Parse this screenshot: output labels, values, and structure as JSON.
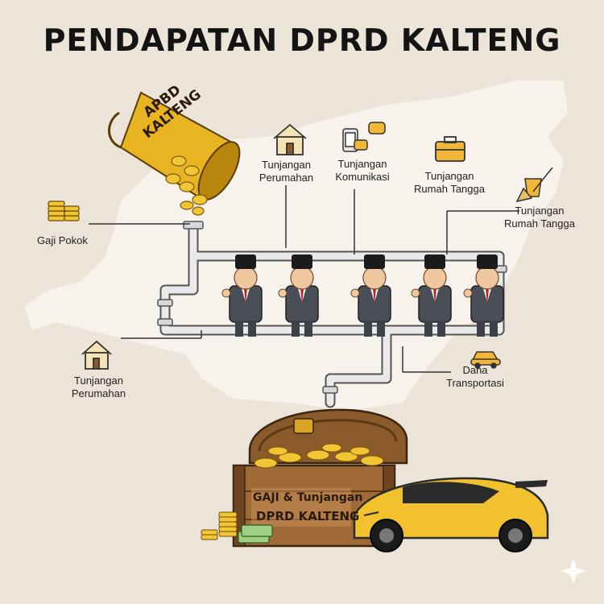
{
  "title": "PENDAPATAN DPRD KALTENG",
  "bucket": {
    "line1": "APBD",
    "line2": "KALTENG"
  },
  "labels": {
    "gaji_pokok": "Gaji Pokok",
    "perumahan_top": {
      "line1": "Tunjangan",
      "line2": "Perumahan"
    },
    "komunikasi": {
      "line1": "Tunjangan",
      "line2": "Komunikasi"
    },
    "rumah_tangga_1": {
      "line1": "Tunjangan",
      "line2": "Rumah Tangga"
    },
    "rumah_tangga_2": {
      "line1": "Tunjangan",
      "line2": "Rumah Tangga"
    },
    "perumahan_bottom": {
      "line1": "Tunjangan",
      "line2": "Perumahan"
    },
    "transportasi": {
      "line1": "Dana",
      "line2": "Transportasi"
    }
  },
  "chest": {
    "line1": "GAJI & Tunjangan",
    "line2": "DPRD KALTENG"
  },
  "colors": {
    "background": "#ece4d9",
    "map": "#f7f3ec",
    "gold": "#e9b422",
    "wood": "#8a5a2b",
    "car": "#f2c12e",
    "suit": "#4a4f57"
  },
  "icons": [
    "house-icon",
    "phone-chat-icon",
    "briefcase-icon",
    "bucket-broom-icon",
    "coin-stack-icon",
    "car-icon",
    "sparkle-icon"
  ]
}
